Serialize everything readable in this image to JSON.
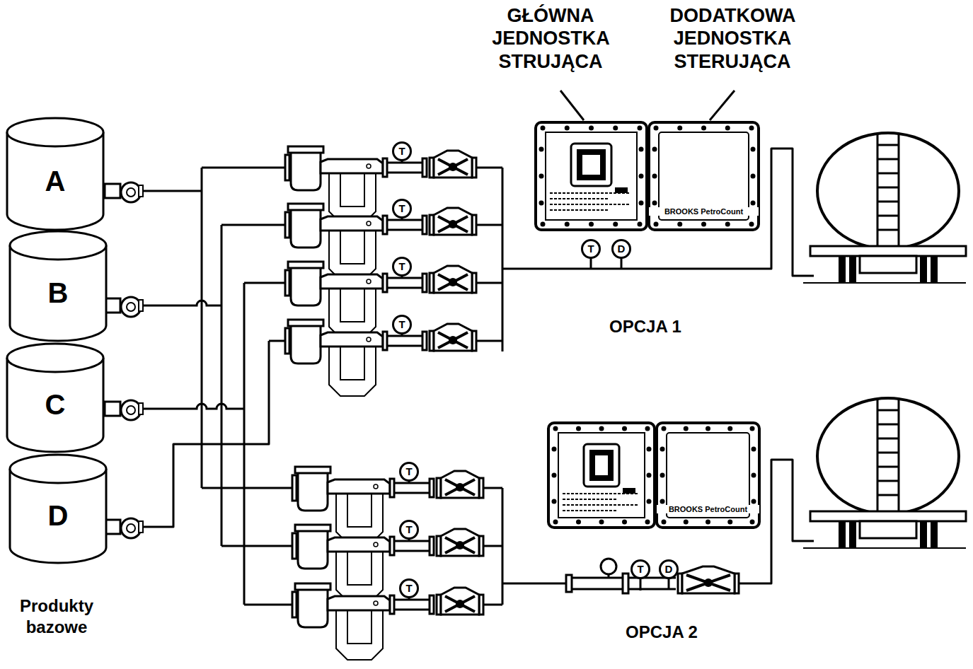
{
  "diagram": {
    "nodes": [
      {
        "text": [
          "A"
        ]
      },
      {
        "text": [
          "B"
        ]
      },
      {
        "text": [
          "C"
        ]
      },
      {
        "text": [
          "D"
        ]
      },
      {
        "text": [
          "BROOKS PetroCount"
        ]
      },
      {
        "text": [
          "BROOKS PetroCount"
        ]
      }
    ],
    "labels": [
      "GŁÓWNA JEDNOSTKA STRUJĄCA",
      "DODATKOWA JEDNOSTKA STERUJĄCA",
      "T",
      "T",
      "T",
      "T",
      "T",
      "D",
      "OPCJA 1",
      "T",
      "T",
      "T",
      "T",
      "D",
      "OPCJA 2",
      "Produkty bazowe"
    ]
  }
}
